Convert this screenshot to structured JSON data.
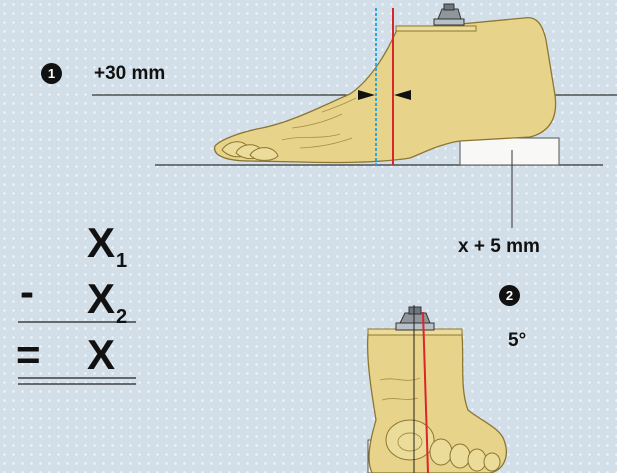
{
  "step1": {
    "badge": "1",
    "offset_label": "+30 mm"
  },
  "step2": {
    "badge": "2",
    "height_label": "x + 5 mm",
    "angle_label": "5°"
  },
  "formula": {
    "line1_var": "X",
    "line1_sub": "1",
    "minus": "-",
    "line2_var": "X",
    "line2_sub": "2",
    "equals": "=",
    "result": "X"
  },
  "colors": {
    "background": "#d3dfe8",
    "foot_fill": "#e7d48a",
    "red_line": "#d9252b",
    "blue_dashed": "#2aa9df",
    "ink": "#111111"
  },
  "icons": [
    "pyramid-adapter-icon",
    "arrow-right-icon",
    "arrow-left-icon"
  ]
}
